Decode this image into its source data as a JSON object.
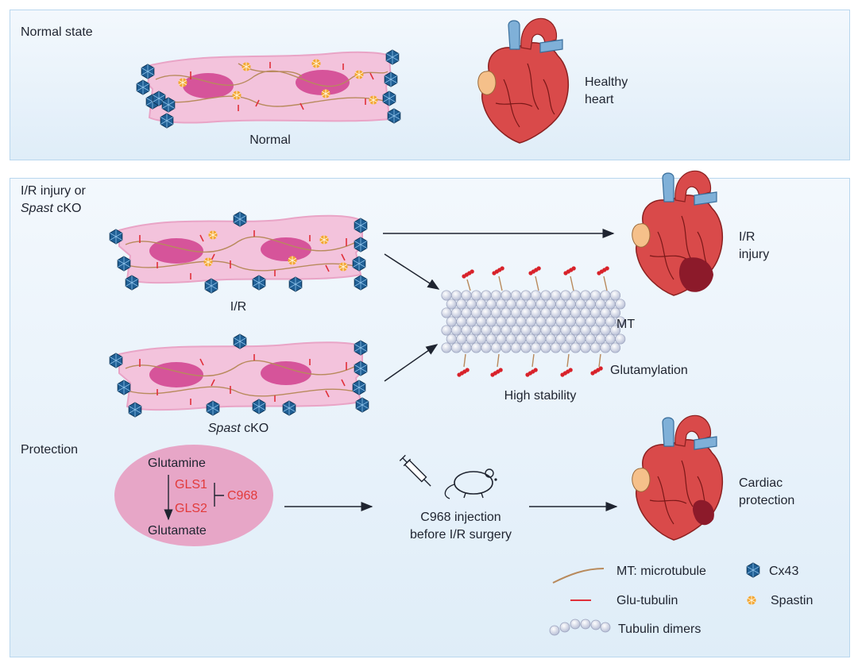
{
  "sections": {
    "normal": {
      "title": "Normal state",
      "cell_label": "Normal",
      "heart_label_line1": "Healthy",
      "heart_label_line2": "heart"
    },
    "injury": {
      "title_line1": "I/R injury or",
      "title_line2_italic": "Spast",
      "title_line2_rest": " cKO",
      "cell1_label": "I/R",
      "cell2_label_italic": "Spast",
      "cell2_label_rest": " cKO",
      "heart_label_line1": "I/R",
      "heart_label_line2": "injury",
      "mt_label": "MT",
      "glutamylation_label": "Glutamylation",
      "stability_label": "High stability"
    },
    "protection": {
      "title": "Protection",
      "glutamine": "Glutamine",
      "gls1": "GLS1",
      "gls2": "GLS2",
      "inhibitor": "C968",
      "glutamate": "Glutamate",
      "injection_line1": "C968 injection",
      "injection_line2": "before I/R surgery",
      "heart_label_line1": "Cardiac",
      "heart_label_line2": "protection"
    }
  },
  "legend": {
    "microtubule": "MT: microtubule",
    "glu_tubulin": "Glu-tubulin",
    "tubulin_dimers": "Tubulin dimers",
    "cx43": "Cx43",
    "spastin": "Spastin"
  },
  "colors": {
    "panel_border": "#b9d7ee",
    "cell_fill": "#f3c3dc",
    "nucleus": "#d6549a",
    "microtubule": "#b88a5c",
    "glu_tubulin": "#e0303a",
    "cx43": "#1f5f95",
    "spastin": "#f0a030",
    "heart": "#d94a4a",
    "injury": "#8c1a2a"
  }
}
